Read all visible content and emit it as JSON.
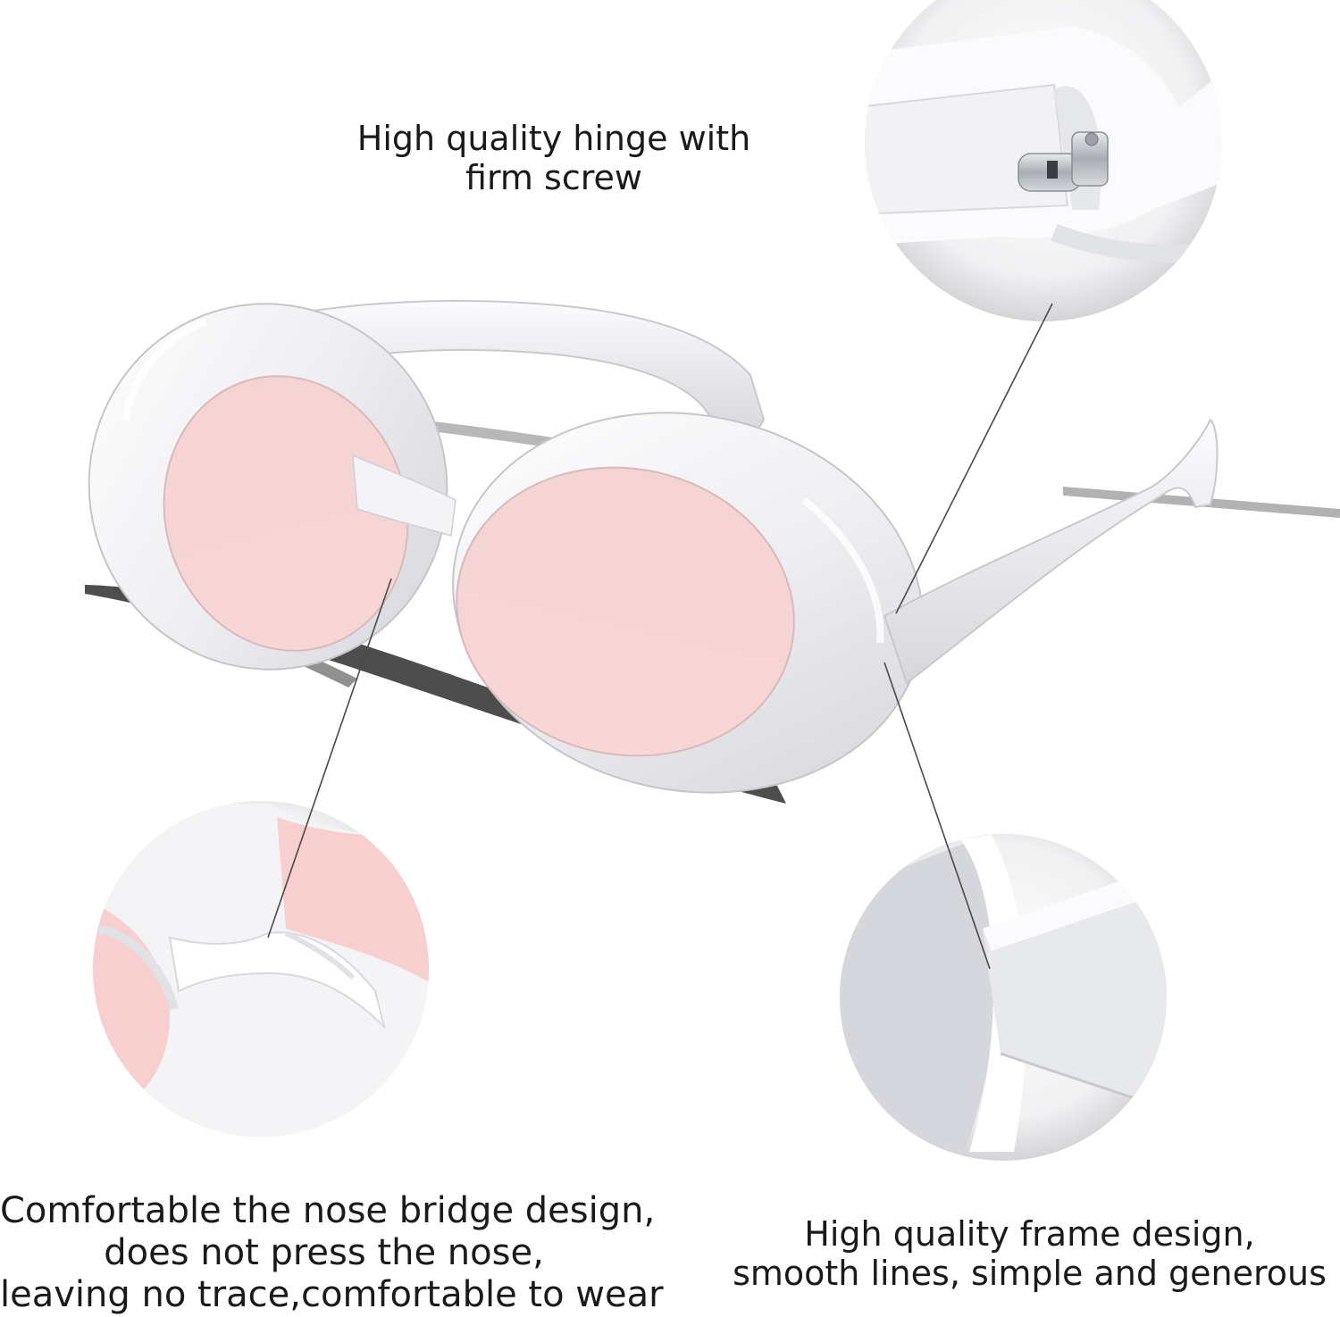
{
  "captions": {
    "hinge": {
      "line1": "High quality hinge with",
      "line2": "firm screw"
    },
    "nose": {
      "line1": "Comfortable the nose bridge design,",
      "line2": "does not press the nose,",
      "line3": "leaving no trace,comfortable to wear"
    },
    "frame": {
      "line1": "High quality frame design,",
      "line2": "smooth lines, simple and generous"
    }
  },
  "product": {
    "frame_color": "#f3f3f6",
    "lens_color": "#f7cfcf",
    "hinge_metal_color": "#b8bcc2"
  }
}
